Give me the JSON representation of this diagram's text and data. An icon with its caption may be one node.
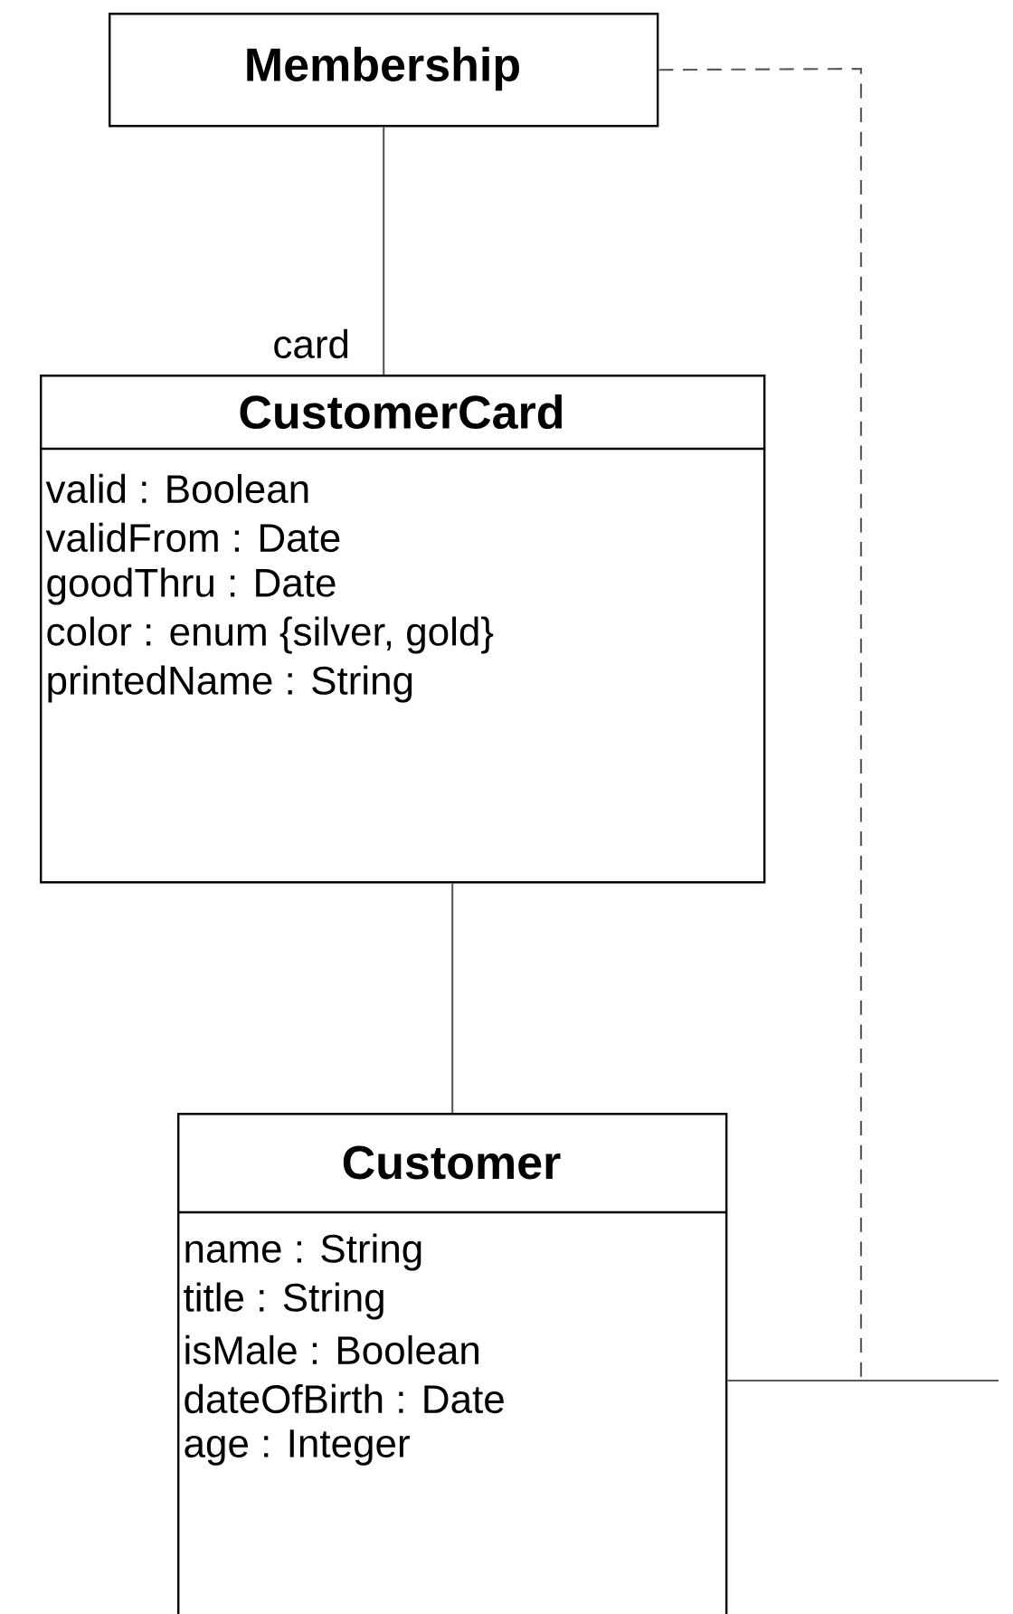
{
  "diagram": {
    "nodes": [
      {
        "text": [
          "Membership"
        ]
      },
      {
        "text": [
          "CustomerCard",
          "valid : Boolean",
          "validFrom : Date",
          "goodThru : Date",
          "color : enum {silver, gold}",
          "printedName : String"
        ]
      },
      {
        "text": [
          "Customer",
          "name : String",
          "title : String",
          "isMale : Boolean",
          "dateOfBirth : Date",
          "age : Integer"
        ]
      }
    ],
    "edges": [
      {
        "from": 0,
        "to": 1,
        "arrow": "none",
        "label": "card"
      },
      {
        "from": 1,
        "to": 2,
        "arrow": "none"
      },
      {
        "from": 2,
        "to": null,
        "arrow": "none"
      },
      {
        "from": 0,
        "to": null,
        "arrow": "none",
        "style": "dashed"
      }
    ]
  }
}
